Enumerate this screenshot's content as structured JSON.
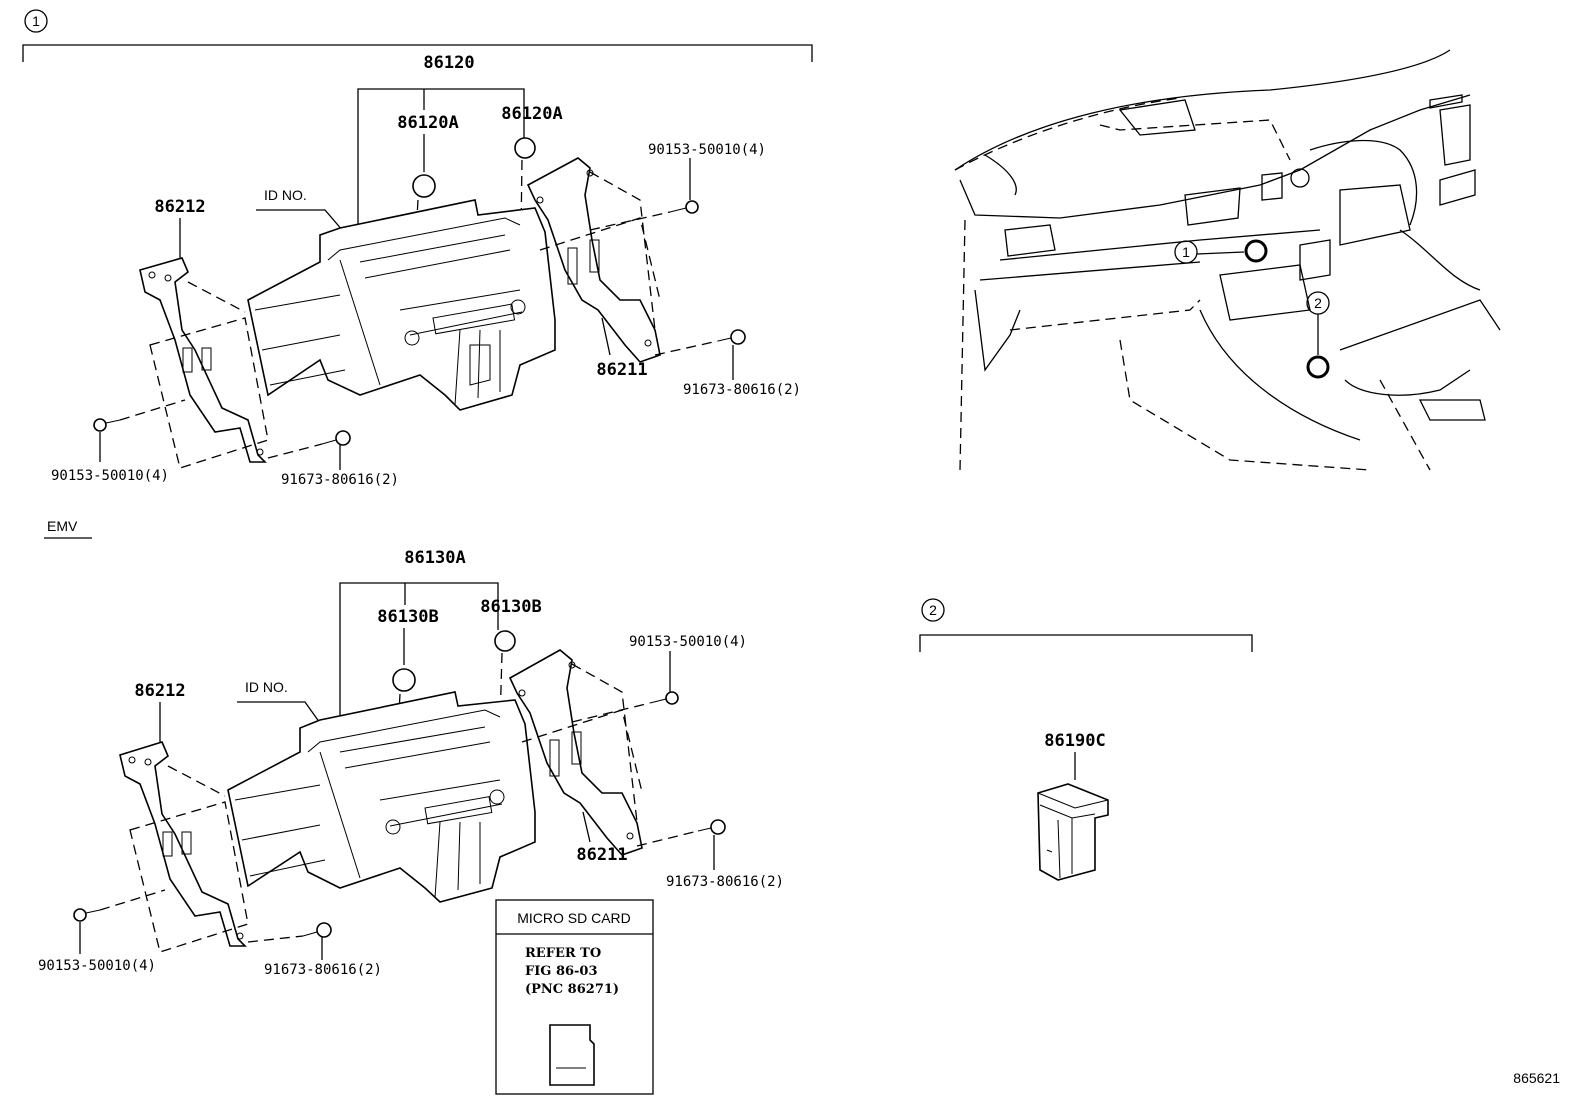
{
  "callouts": {
    "one": "1",
    "two": "2"
  },
  "group1": {
    "head_unit": "86120",
    "knob_a": "86120A",
    "knob_b": "86120A",
    "bracket_left": "86212",
    "bracket_right": "86211",
    "id_no": "ID NO.",
    "screw_top_right": "90153-50010(4)",
    "screw_bottom_left": "90153-50010(4)",
    "bolt_right": "91673-80616(2)",
    "bolt_bottom": "91673-80616(2)"
  },
  "variant_label": "EMV",
  "group2": {
    "head_unit": "86130A",
    "knob_a": "86130B",
    "knob_b": "86130B",
    "bracket_left": "86212",
    "bracket_right": "86211",
    "id_no": "ID NO.",
    "screw_top_right": "90153-50010(4)",
    "screw_bottom_left": "90153-50010(4)",
    "bolt_right": "91673-80616(2)",
    "bolt_bottom": "91673-80616(2)"
  },
  "micro_sd": {
    "title": "MICRO SD CARD",
    "line1": "REFER TO",
    "line2": "FIG 86-03",
    "line3": "(PNC 86271)"
  },
  "detail2": {
    "part": "86190C"
  },
  "figure_number": "865621"
}
